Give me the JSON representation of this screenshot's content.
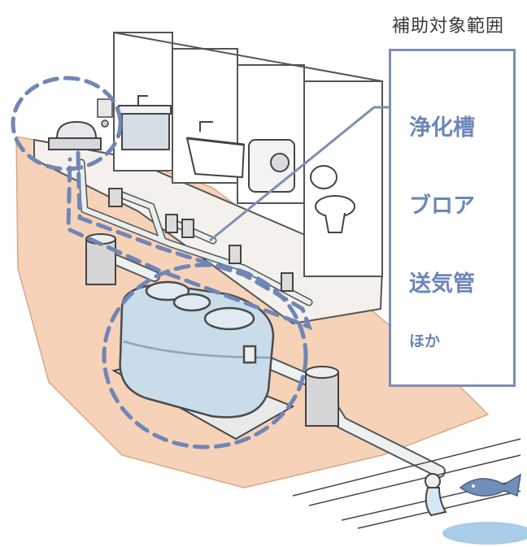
{
  "diagram": {
    "scope_caption": "補助対象範囲",
    "legend_items": [
      "浄化槽",
      "ブロア",
      "送気管",
      "ほか"
    ]
  },
  "colors": {
    "scope_dash": "#6f86b6",
    "legend_text": "#6c86b8",
    "ground": "#f6d2b8",
    "tank_body": "#c9dcea",
    "tank_outline": "#4a4a4a",
    "pipe": "#e9eeee",
    "water": "#a9cde8",
    "fish": "#6f8fb8"
  }
}
